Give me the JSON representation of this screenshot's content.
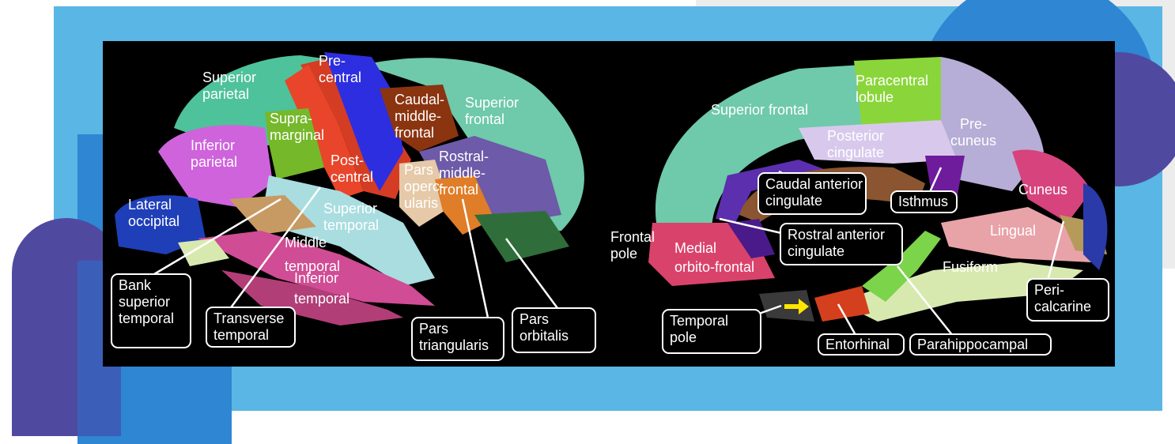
{
  "colors": {
    "frame_blue": "#5ab6e4",
    "deep_blue": "#2f86d3",
    "purple": "#4f4aa0",
    "panel_bg": "#000000",
    "label_text": "#ffffff",
    "arrow": "#ffe600"
  },
  "lateral_view": {
    "labels": {
      "superior_parietal": "Superior\nparietal",
      "precentral": "Pre-\ncentral",
      "supramarginal": "Supra-\nmarginal",
      "inferior_parietal": "Inferior\nparietal",
      "postcentral": "Post-\ncentral",
      "caudal_middle_frontal": "Caudal-\nmiddle-\nfrontal",
      "superior_frontal": "Superior\nfrontal",
      "rostral_middle_frontal": "Rostral-\nmiddle-\nfrontal",
      "pars_opercularis": "Pars\noperc-\nularis",
      "lateral_occipital": "Lateral\noccipital",
      "superior_temporal": "Superior\ntemporal",
      "middle_temporal": "Middle\ntemporal",
      "inferior_temporal": "Inferior\ntemporal"
    },
    "boxes": {
      "bank_superior_temporal": "Bank\nsuperior\ntemporal",
      "transverse_temporal": "Transverse\ntemporal",
      "pars_triangularis": "Pars\ntriangularis",
      "pars_orbitalis": "Pars\norbitalis"
    }
  },
  "medial_view": {
    "labels": {
      "paracentral_lobule": "Paracentral\nlobule",
      "superior_frontal": "Superior frontal",
      "posterior_cingulate": "Posterior\ncingulate",
      "precuneus": "Pre-\ncuneus",
      "cuneus": "Cuneus",
      "frontal_pole": "Frontal\npole",
      "medial_orbitofrontal": "Medial\norbito-frontal",
      "lingual": "Lingual",
      "fusiform": "Fusiform"
    },
    "boxes": {
      "caudal_anterior_cingulate": "Caudal anterior\ncingulate",
      "isthmus": "Isthmus",
      "rostral_anterior_cingulate": "Rostral anterior\ncingulate",
      "pericalcarine": "Peri-\ncalcarine",
      "temporal_pole": "Temporal\npole",
      "entorhinal": "Entorhinal",
      "parahippocampal": "Parahippocampal"
    }
  }
}
